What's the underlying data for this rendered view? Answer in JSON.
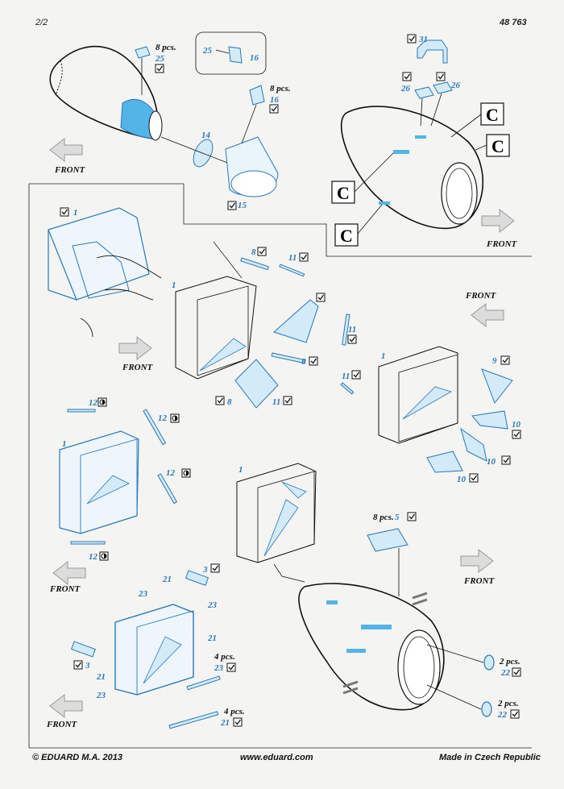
{
  "header": {
    "page": "2/2",
    "code": "48 763"
  },
  "footer": {
    "copyright": "© EDUARD  M.A. 2013",
    "website": "www.eduard.com",
    "origin": "Made in Czech Republic"
  },
  "labels": {
    "front": "FRONT",
    "c": "C",
    "pcs8": "8 pcs.",
    "pcs4": "4 pcs.",
    "pcs2": "2 pcs.",
    "n1": "1",
    "n3": "3",
    "n5": "5",
    "n8": "8",
    "n9": "9",
    "n10": "10",
    "n11": "11",
    "n12": "12",
    "n14": "14",
    "n15": "15",
    "n16": "16",
    "n21": "21",
    "n22": "22",
    "n23": "23",
    "n25": "25",
    "n26": "26",
    "n31": "31"
  },
  "colors": {
    "part": "#2a78b6",
    "part_fill": "#d3eaf8",
    "part_dark": "#53b5e7",
    "line": "#111111",
    "arrow": "#dcdcdc"
  }
}
